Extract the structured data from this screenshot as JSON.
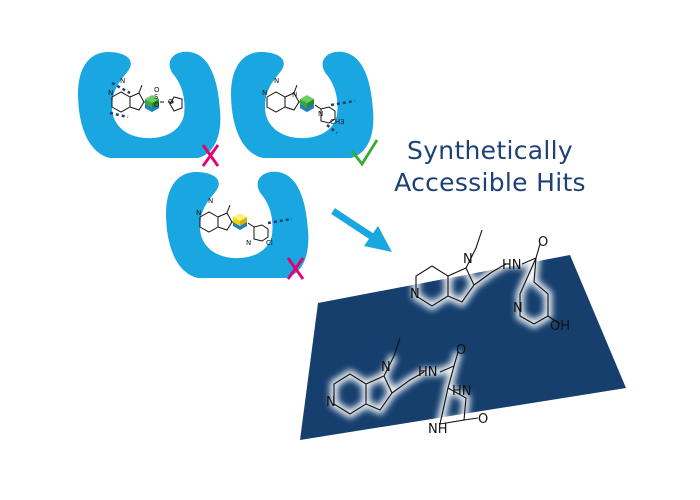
{
  "title": {
    "line1": "Synthetically",
    "line2": "Accessible Hits"
  },
  "colors": {
    "pocket": "#1aa7e1",
    "panel": "#163f6e",
    "arrow": "#1aa7e1",
    "title": "#1c4175",
    "reject": "#e4006e",
    "accept": "#3aa935",
    "cube_green": "#3aa935",
    "cube_blue": "#1f7fc8",
    "cube_yellow": "#f2d400"
  },
  "pockets": [
    {
      "status": "rejected",
      "mark": "✗",
      "cube": "green",
      "atom_labels": [
        "N",
        "N",
        "S",
        "O",
        "O",
        "O"
      ]
    },
    {
      "status": "accepted",
      "mark": "✓",
      "cube": "green",
      "atom_labels": [
        "N",
        "N",
        "N",
        "N",
        "CH3"
      ]
    },
    {
      "status": "rejected",
      "mark": "✗",
      "cube": "yellow",
      "atom_labels": [
        "N",
        "N",
        "N",
        "Cl"
      ]
    }
  ],
  "hits": [
    {
      "atom_labels": [
        "N",
        "N",
        "O",
        "HN",
        "N",
        "OH"
      ]
    },
    {
      "atom_labels": [
        "N",
        "N",
        "HN",
        "O",
        "HN",
        "NH",
        "O"
      ]
    }
  ]
}
